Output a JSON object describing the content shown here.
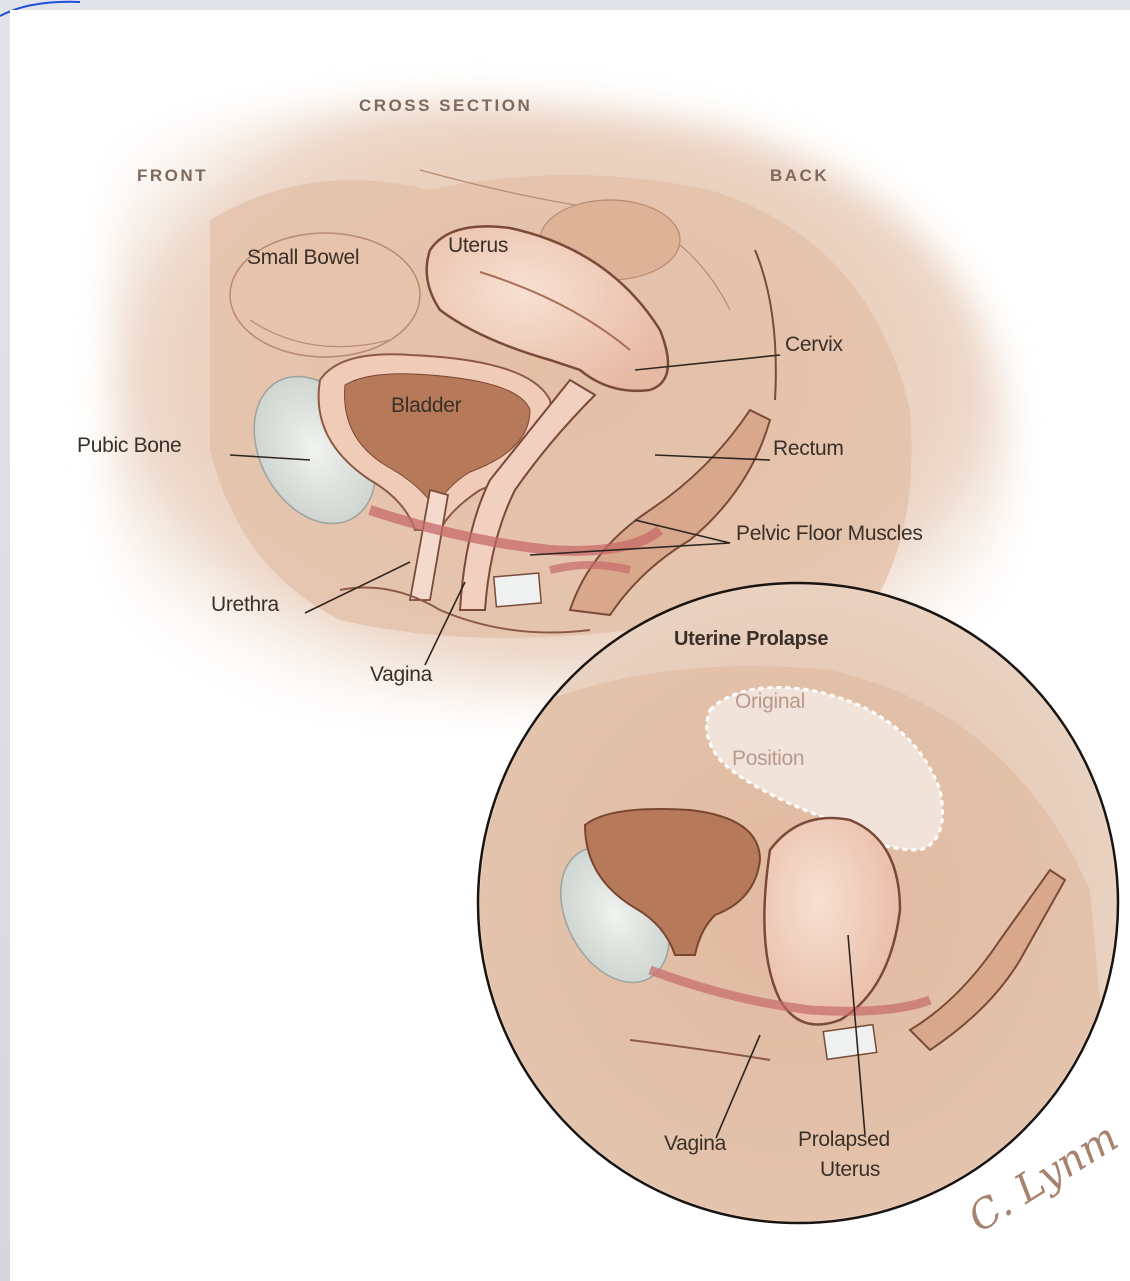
{
  "diagram": {
    "headers": {
      "cross_section": "CROSS SECTION",
      "front": "FRONT",
      "back": "BACK"
    },
    "labels": {
      "small_bowel": "Small Bowel",
      "uterus": "Uterus",
      "cervix": "Cervix",
      "bladder": "Bladder",
      "pubic_bone": "Pubic Bone",
      "rectum": "Rectum",
      "pelvic_floor_muscles": "Pelvic Floor Muscles",
      "urethra": "Urethra",
      "vagina": "Vagina"
    },
    "inset": {
      "title": "Uterine Prolapse",
      "original": "Original",
      "position": "Position",
      "vagina": "Vagina",
      "prolapsed_line1": "Prolapsed",
      "prolapsed_line2": "Uterus"
    },
    "signature": "C. Lynm"
  },
  "colors": {
    "skin": "#e9cdb8",
    "tissue": "#d9ab8e",
    "organ": "#f3d2c2",
    "bladder_lining": "#b77a5a",
    "bone": "#dfe3de",
    "muscle": "#c66a68",
    "outline": "#6a4030",
    "leader": "#3a3028",
    "frame_blue": "#1f4fd6"
  }
}
